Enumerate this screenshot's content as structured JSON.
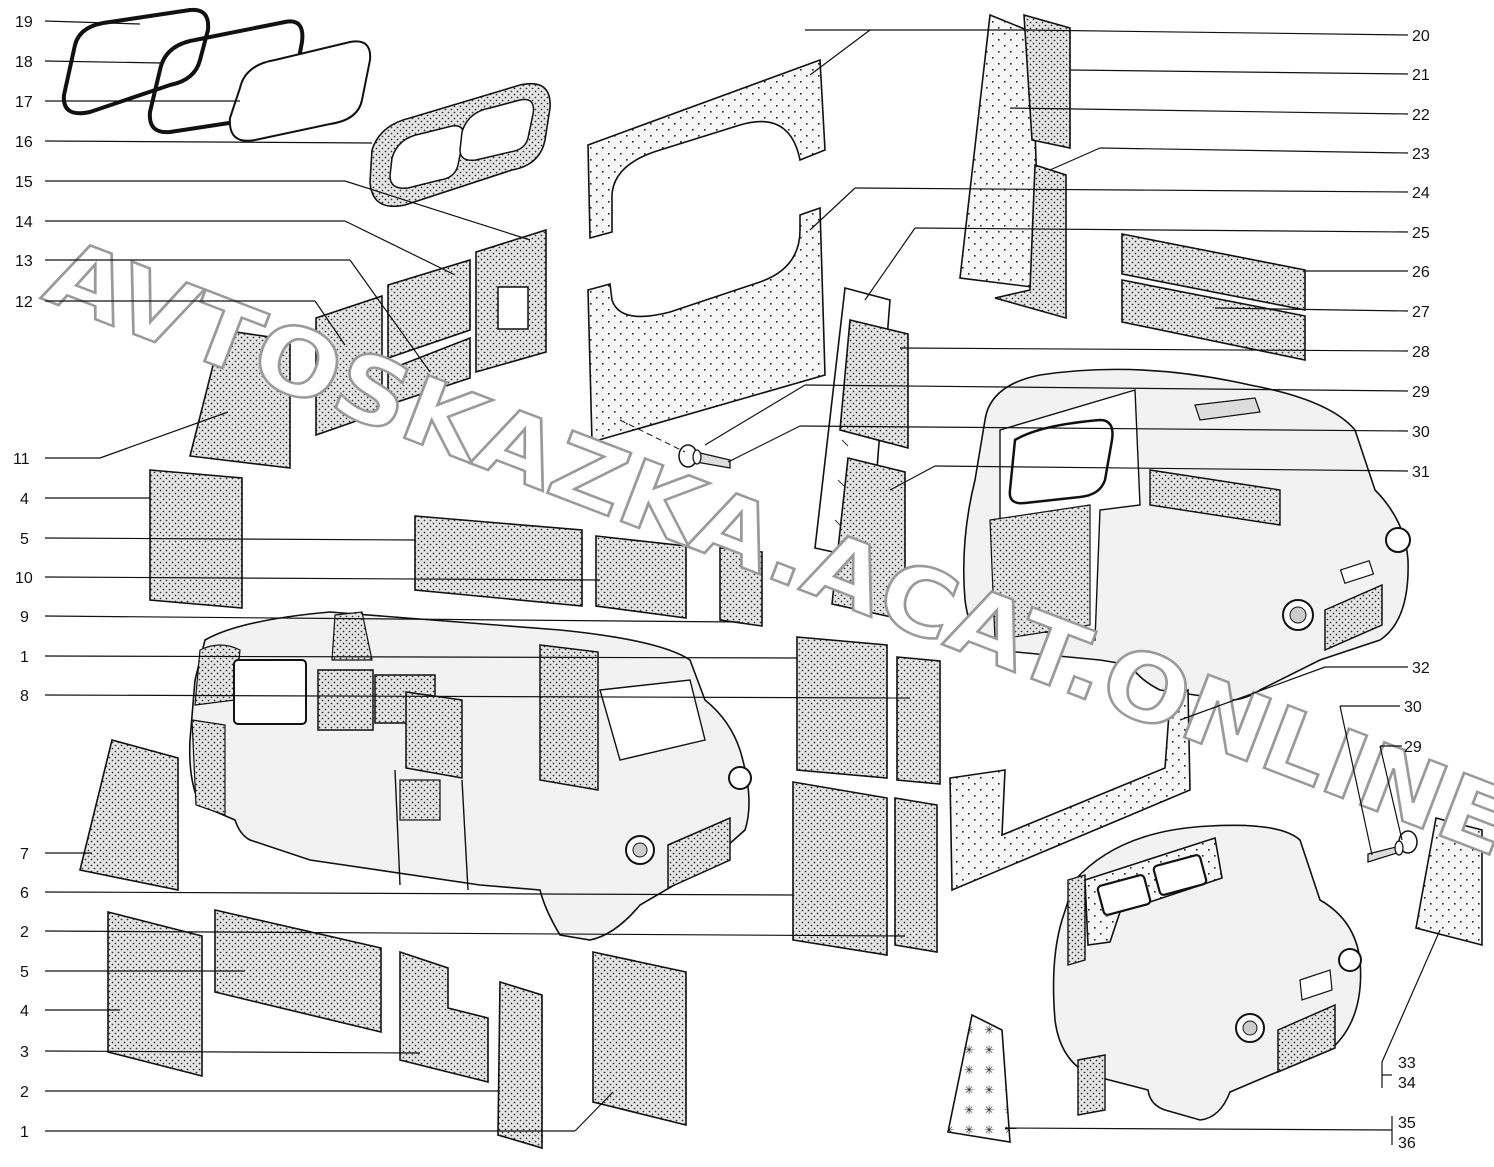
{
  "watermark": "AVTOSKAZKA.ACAT.ONLINE",
  "labels_left": [
    "19",
    "18",
    "17",
    "16",
    "15",
    "14",
    "13",
    "12",
    "11",
    "4",
    "5",
    "10",
    "9",
    "1",
    "8",
    "7",
    "6",
    "2",
    "5",
    "4",
    "3",
    "2",
    "1"
  ],
  "labels_right": [
    "20",
    "21",
    "22",
    "23",
    "24",
    "25",
    "26",
    "27",
    "28",
    "29",
    "30",
    "31",
    "32",
    "30",
    "29"
  ],
  "labels_right_pairs": [
    [
      "33",
      "34"
    ],
    [
      "35",
      "36"
    ]
  ]
}
